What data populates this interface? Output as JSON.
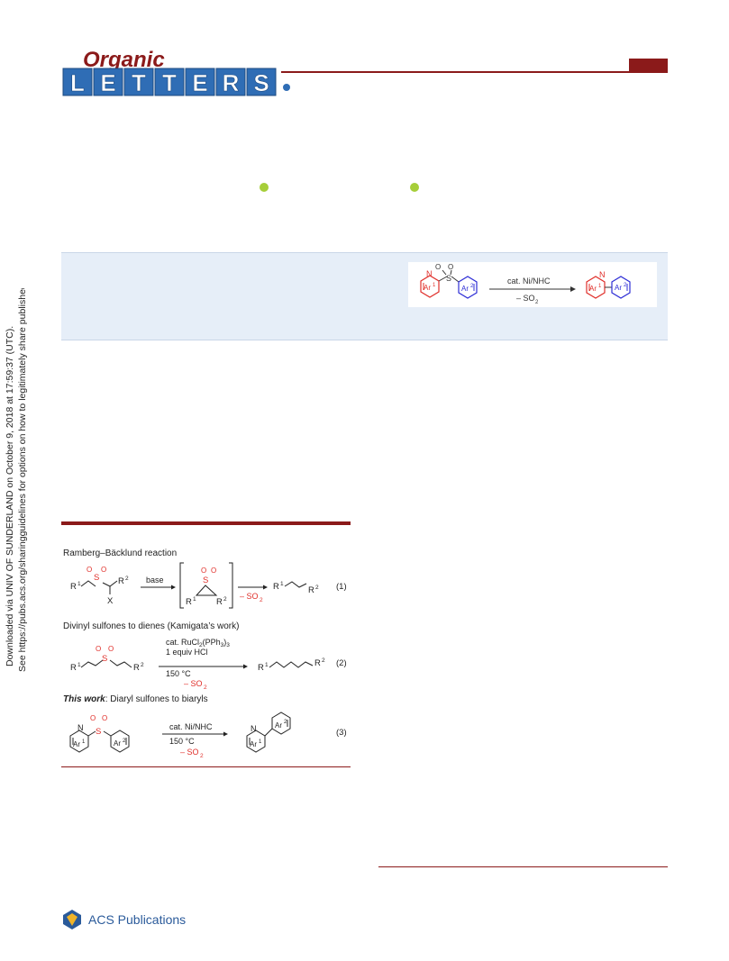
{
  "journal": {
    "name_top": "Organic",
    "name_letters": [
      "L",
      "E",
      "T",
      "T",
      "E",
      "R",
      "S"
    ]
  },
  "side_note": {
    "line1": "Downloaded via UNIV OF SUNDERLAND on October 9, 2018 at 17:59:37 (UTC).",
    "line2": "See https://pubs.acs.org/sharingguidelines for options on how to legitimately share published articles."
  },
  "toc": {
    "left_ring": "Ar",
    "left_ring_sup": "1",
    "right_ring": "Ar",
    "right_ring_sup": "2",
    "arrow_top": "cat. Ni/NHC",
    "arrow_bottom": "– SO",
    "arrow_bottom_sub": "2",
    "atom_n": "N",
    "atom_s": "S",
    "atom_o": "O"
  },
  "scheme": {
    "rxn1": {
      "title": "Ramberg–Bäcklund reaction",
      "reagent": "base",
      "byproduct": "– SO",
      "number": "(1)"
    },
    "rxn2": {
      "title": "Divinyl sulfones to dienes (Kamigata’s work)",
      "reagent1": "cat. RuCl",
      "reagent1_sub": "2",
      "reagent1_rest": "(PPh",
      "reagent1_sub2": "3",
      "reagent1_end": ")",
      "reagent1_sub3": "3",
      "reagent2": "1 equiv HCl",
      "reagent3": "150 °C",
      "byproduct": "– SO",
      "number": "(2)"
    },
    "rxn3": {
      "title_bold": "This work",
      "title_rest": ": Diaryl sulfones to biaryls",
      "reagent1": "cat. Ni/NHC",
      "reagent2": "150 °C",
      "byproduct": "– SO",
      "number": "(3)"
    },
    "labels": {
      "R": "R",
      "X": "X",
      "S": "S",
      "O": "O",
      "N": "N",
      "Ar": "Ar",
      "sub2": "2",
      "sup1": "1",
      "sup2": "2"
    }
  },
  "footer": {
    "publisher_name": "ACS Publications"
  },
  "colors": {
    "journal_red": "#8b1a1a",
    "highlight_red": "#e0302b",
    "ring_blue": "#2e2ed6",
    "abstract_bg": "#e6eef8",
    "orcid_green": "#a6ce39"
  }
}
